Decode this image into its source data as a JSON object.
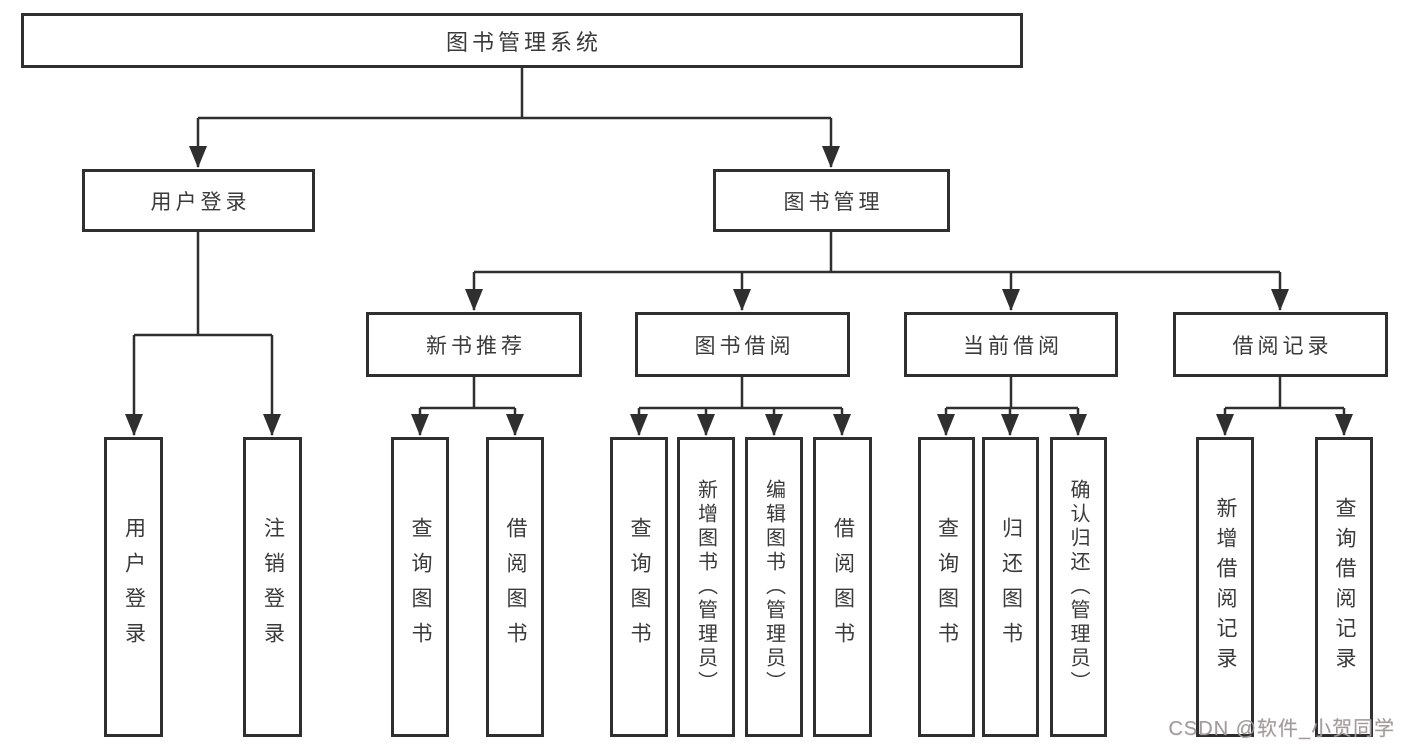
{
  "tree": {
    "root": {
      "label": "图书管理系统"
    },
    "branches": [
      {
        "label": "用户登录",
        "children": [
          {
            "label": "用户登录"
          },
          {
            "label": "注销登录"
          }
        ]
      },
      {
        "label": "图书管理",
        "children": [
          {
            "label": "新书推荐",
            "children": [
              {
                "label": "查询图书"
              },
              {
                "label": "借阅图书"
              }
            ]
          },
          {
            "label": "图书借阅",
            "children": [
              {
                "label": "查询图书"
              },
              {
                "label": "新增图书（管理员）"
              },
              {
                "label": "编辑图书（管理员）"
              },
              {
                "label": "借阅图书"
              }
            ]
          },
          {
            "label": "当前借阅",
            "children": [
              {
                "label": "查询图书"
              },
              {
                "label": "归还图书"
              },
              {
                "label": "确认归还（管理员）"
              }
            ]
          },
          {
            "label": "借阅记录",
            "children": [
              {
                "label": "新增借阅记录"
              },
              {
                "label": "查询借阅记录"
              }
            ]
          }
        ]
      }
    ]
  },
  "colors": {
    "line": "#2f2f2f",
    "text": "#3a3a3a",
    "background": "#ffffff",
    "watermark": "#9d9d9d"
  },
  "watermark": "CSDN @软件_小贺同学"
}
